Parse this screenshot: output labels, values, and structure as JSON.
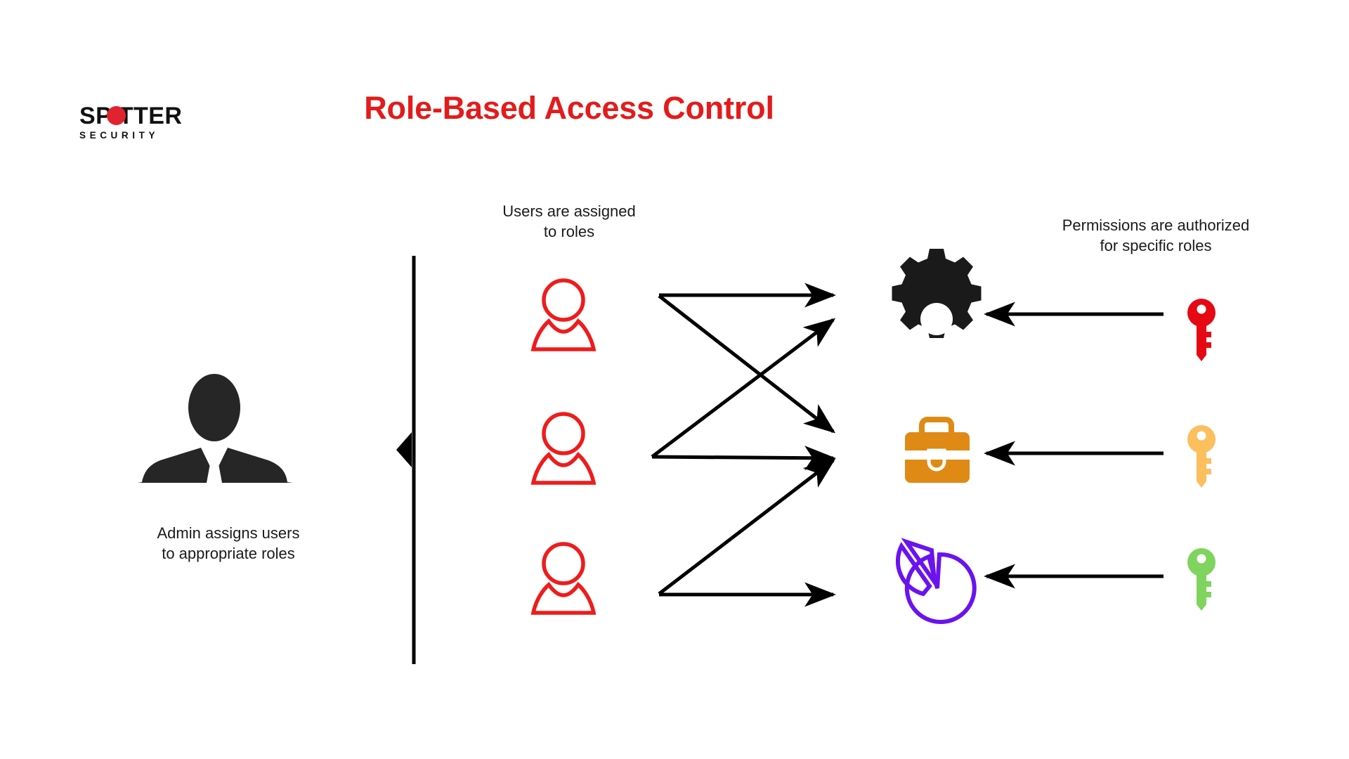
{
  "page": {
    "background": "#ffffff",
    "title": "Role-Based Access Control",
    "title_color": "#e31b1b"
  },
  "logo": {
    "name": "spotter-security-logo",
    "word": "SPOTTER",
    "word_with_placeholder": "SP TTER",
    "subtitle": "SECURITY",
    "dot_color": "#e1232f",
    "text_color": "#111111"
  },
  "captions": {
    "users": "Users are assigned\nto roles",
    "permissions": "Permissions are authorized\nfor specific roles",
    "admin": "Admin assigns users\nto appropriate roles"
  },
  "admin": {
    "icon": "admin-person-icon",
    "color": "#262626"
  },
  "divider": {
    "name": "vertical-divider",
    "color": "#000000",
    "marker": "left-triangle-marker"
  },
  "users": [
    {
      "id": "user-1",
      "icon": "user-outline-icon",
      "color": "#ee1c1c"
    },
    {
      "id": "user-2",
      "icon": "user-outline-icon",
      "color": "#ee1c1c"
    },
    {
      "id": "user-3",
      "icon": "user-outline-icon",
      "color": "#ee1c1c"
    }
  ],
  "roles": [
    {
      "id": "role-1",
      "icon": "gear-icon",
      "color": "#1a1a1a"
    },
    {
      "id": "role-2",
      "icon": "briefcase-icon",
      "color": "#df8a14"
    },
    {
      "id": "role-3",
      "icon": "pie-chart-icon",
      "color": "#6a13ef"
    }
  ],
  "permissions": [
    {
      "id": "permission-1",
      "icon": "key-icon",
      "color": "#e50914"
    },
    {
      "id": "permission-2",
      "icon": "key-icon",
      "color": "#fbbf5e"
    },
    {
      "id": "permission-3",
      "icon": "key-icon",
      "color": "#7ed45c"
    }
  ],
  "assignment_arrows": [
    {
      "id": "arrow-user1-role1",
      "from": "user-1",
      "to": "role-1",
      "color": "#000000"
    },
    {
      "id": "arrow-user1-role2",
      "from": "user-1",
      "to": "role-2",
      "color": "#000000"
    },
    {
      "id": "arrow-user2-role1",
      "from": "user-2",
      "to": "role-1",
      "color": "#000000"
    },
    {
      "id": "arrow-user2-role2",
      "from": "user-2",
      "to": "role-2",
      "color": "#000000"
    },
    {
      "id": "arrow-user3-role2",
      "from": "user-3",
      "to": "role-2",
      "color": "#000000"
    },
    {
      "id": "arrow-user3-role3",
      "from": "user-3",
      "to": "role-3",
      "color": "#000000"
    }
  ],
  "permission_arrows": [
    {
      "id": "arrow-permission1-role1",
      "from": "permission-1",
      "to": "role-1",
      "color": "#000000"
    },
    {
      "id": "arrow-permission2-role2",
      "from": "permission-2",
      "to": "role-2",
      "color": "#000000"
    },
    {
      "id": "arrow-permission3-role3",
      "from": "permission-3",
      "to": "role-3",
      "color": "#000000"
    }
  ]
}
